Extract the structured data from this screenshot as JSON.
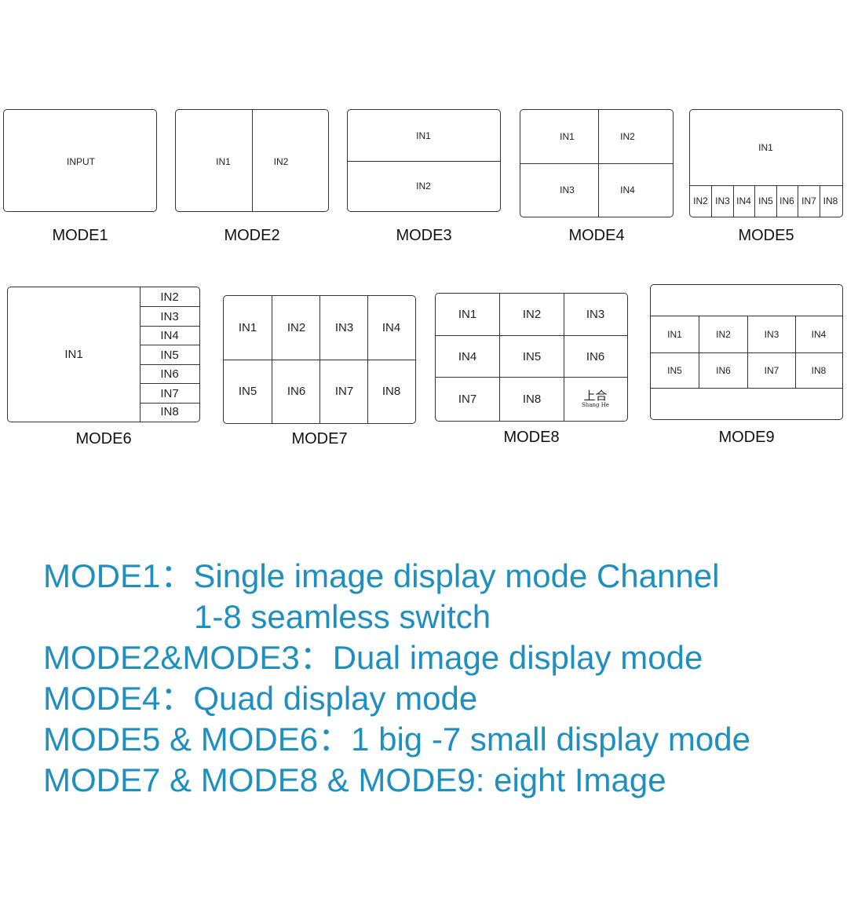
{
  "modes": {
    "m1": {
      "caption": "MODE1",
      "cells": [
        "INPUT"
      ]
    },
    "m2": {
      "caption": "MODE2",
      "cells": [
        "IN1",
        "IN2"
      ]
    },
    "m3": {
      "caption": "MODE3",
      "cells": [
        "IN1",
        "IN2"
      ]
    },
    "m4": {
      "caption": "MODE4",
      "cells": [
        "IN1",
        "IN2",
        "IN3",
        "IN4"
      ]
    },
    "m5": {
      "caption": "MODE5",
      "cells": [
        "IN1",
        "IN2",
        "IN3",
        "IN4",
        "IN5",
        "IN6",
        "IN7",
        "IN8"
      ]
    },
    "m6": {
      "caption": "MODE6",
      "cells": [
        "IN1",
        "IN2",
        "IN3",
        "IN4",
        "IN5",
        "IN6",
        "IN7",
        "IN8"
      ]
    },
    "m7": {
      "caption": "MODE7",
      "cells": [
        "IN1",
        "IN2",
        "IN3",
        "IN4",
        "IN5",
        "IN6",
        "IN7",
        "IN8"
      ]
    },
    "m8": {
      "caption": "MODE8",
      "cells": [
        "IN1",
        "IN2",
        "IN3",
        "IN4",
        "IN5",
        "IN6",
        "IN7",
        "IN8"
      ],
      "logo_cn": "上合",
      "logo_en": "Shang He"
    },
    "m9": {
      "caption": "MODE9",
      "cells": [
        "IN1",
        "IN2",
        "IN3",
        "IN4",
        "IN5",
        "IN6",
        "IN7",
        "IN8"
      ]
    }
  },
  "description": {
    "lines": [
      "MODE1：Single image display mode Channel",
      "1-8 seamless switch",
      "MODE2&MODE3：Dual image display mode",
      "MODE4：Quad display mode",
      "MODE5 & MODE6：1 big -7 small display mode",
      "MODE7 & MODE8 & MODE9: eight Image"
    ],
    "color": "#1f8fc0"
  }
}
